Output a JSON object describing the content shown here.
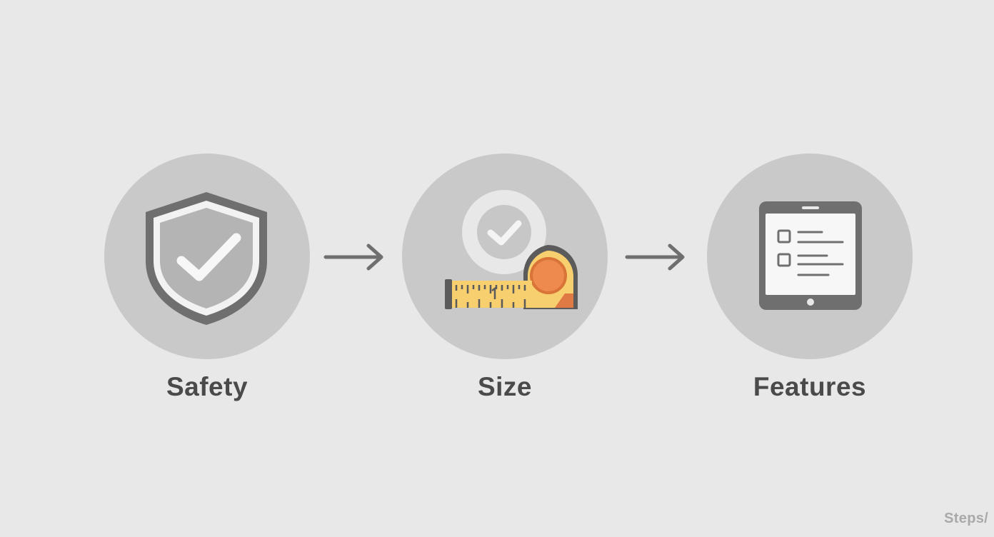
{
  "steps": [
    {
      "label": "Safety",
      "icon": "shield-check-icon"
    },
    {
      "label": "Size",
      "icon": "tape-measure-check-icon"
    },
    {
      "label": "Features",
      "icon": "tablet-checklist-icon"
    }
  ],
  "arrows": [
    "arrow-right-icon",
    "arrow-right-icon"
  ],
  "watermark": "Steps/",
  "colors": {
    "background": "#e8e8e8",
    "circle": "#c9c9c9",
    "icon_dark": "#6f6f6f",
    "label": "#4a4a4a",
    "tape_yellow": "#f7cf6e",
    "tape_orange": "#ee8a4e"
  }
}
